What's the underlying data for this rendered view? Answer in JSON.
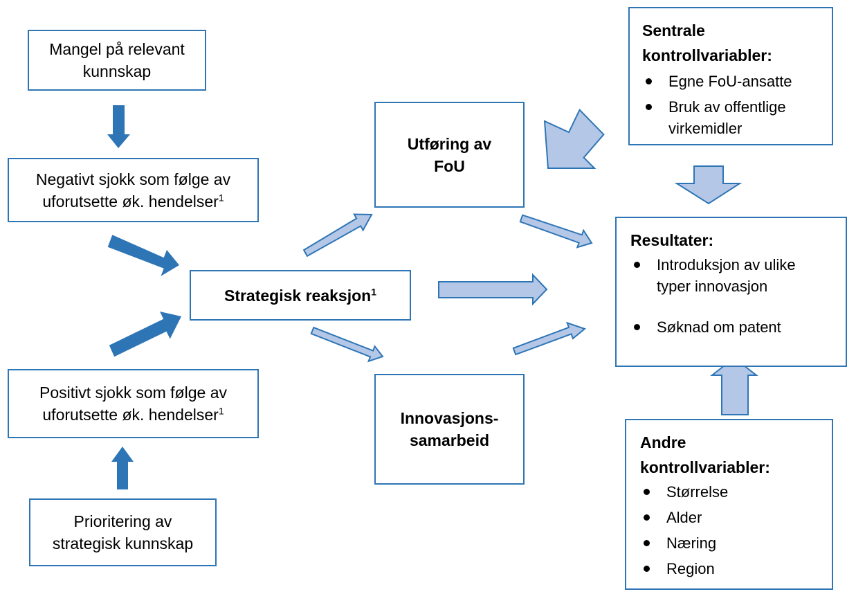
{
  "boxes": {
    "mangel": {
      "line1": "Mangel på relevant",
      "line2": "kunnskap"
    },
    "negativt": {
      "line1": "Negativt sjokk som følge av",
      "line2": "uforutsette øk. hendelser",
      "footnote": "1"
    },
    "positivt": {
      "line1": "Positivt sjokk som følge av",
      "line2": "uforutsette øk. hendelser",
      "footnote": "1"
    },
    "prioritering": {
      "line1": "Prioritering av",
      "line2": "strategisk kunnskap"
    },
    "strategisk": {
      "label": "Strategisk reaksjon",
      "footnote": "1"
    },
    "fou": {
      "line1": "Utføring av",
      "line2": "FoU"
    },
    "innovasjon": {
      "line1": "Innovasjons-",
      "line2": "samarbeid"
    },
    "sentrale": {
      "title_line1": "Sentrale",
      "title_line2": "kontrollvariabler:",
      "items": [
        {
          "line1": "Egne FoU-ansatte"
        },
        {
          "line1": "Bruk av offentlige",
          "line2": "virkemidler"
        }
      ]
    },
    "resultater": {
      "title": "Resultater:",
      "items": [
        {
          "line1": "Introduksjon av ulike",
          "line2": "typer innovasjon"
        },
        {
          "line1": "Søknad om patent"
        }
      ]
    },
    "andre": {
      "title_line1": "Andre",
      "title_line2": "kontrollvariabler:",
      "items": [
        "Størrelse",
        "Alder",
        "Næring",
        "Region"
      ]
    }
  },
  "colors": {
    "box_border": "#2E75B6",
    "dark_arrow": "#2E75B6",
    "light_arrow_fill": "#B4C7E7",
    "light_arrow_border": "#2E75B6"
  }
}
